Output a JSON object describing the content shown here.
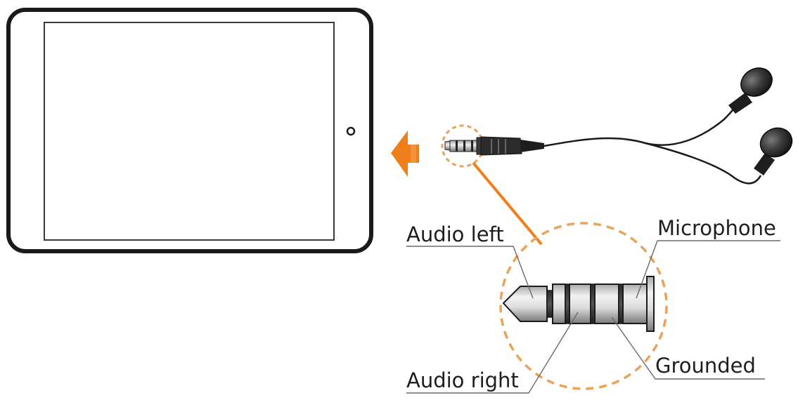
{
  "labels": {
    "audio_left": "Audio left",
    "audio_right": "Audio right",
    "microphone": "Microphone",
    "grounded": "Grounded"
  },
  "colors": {
    "accent_orange": "#f07f1b",
    "dashed_orange": "#e9a35a",
    "outline": "#1a1a1a",
    "metal_light": "#e6e6e6",
    "metal_dark": "#8c8c8c"
  },
  "icons": {
    "tablet": "tablet-icon",
    "arrow": "arrow-left-icon",
    "headphones": "earphones-icon",
    "jack": "audio-jack-icon"
  }
}
